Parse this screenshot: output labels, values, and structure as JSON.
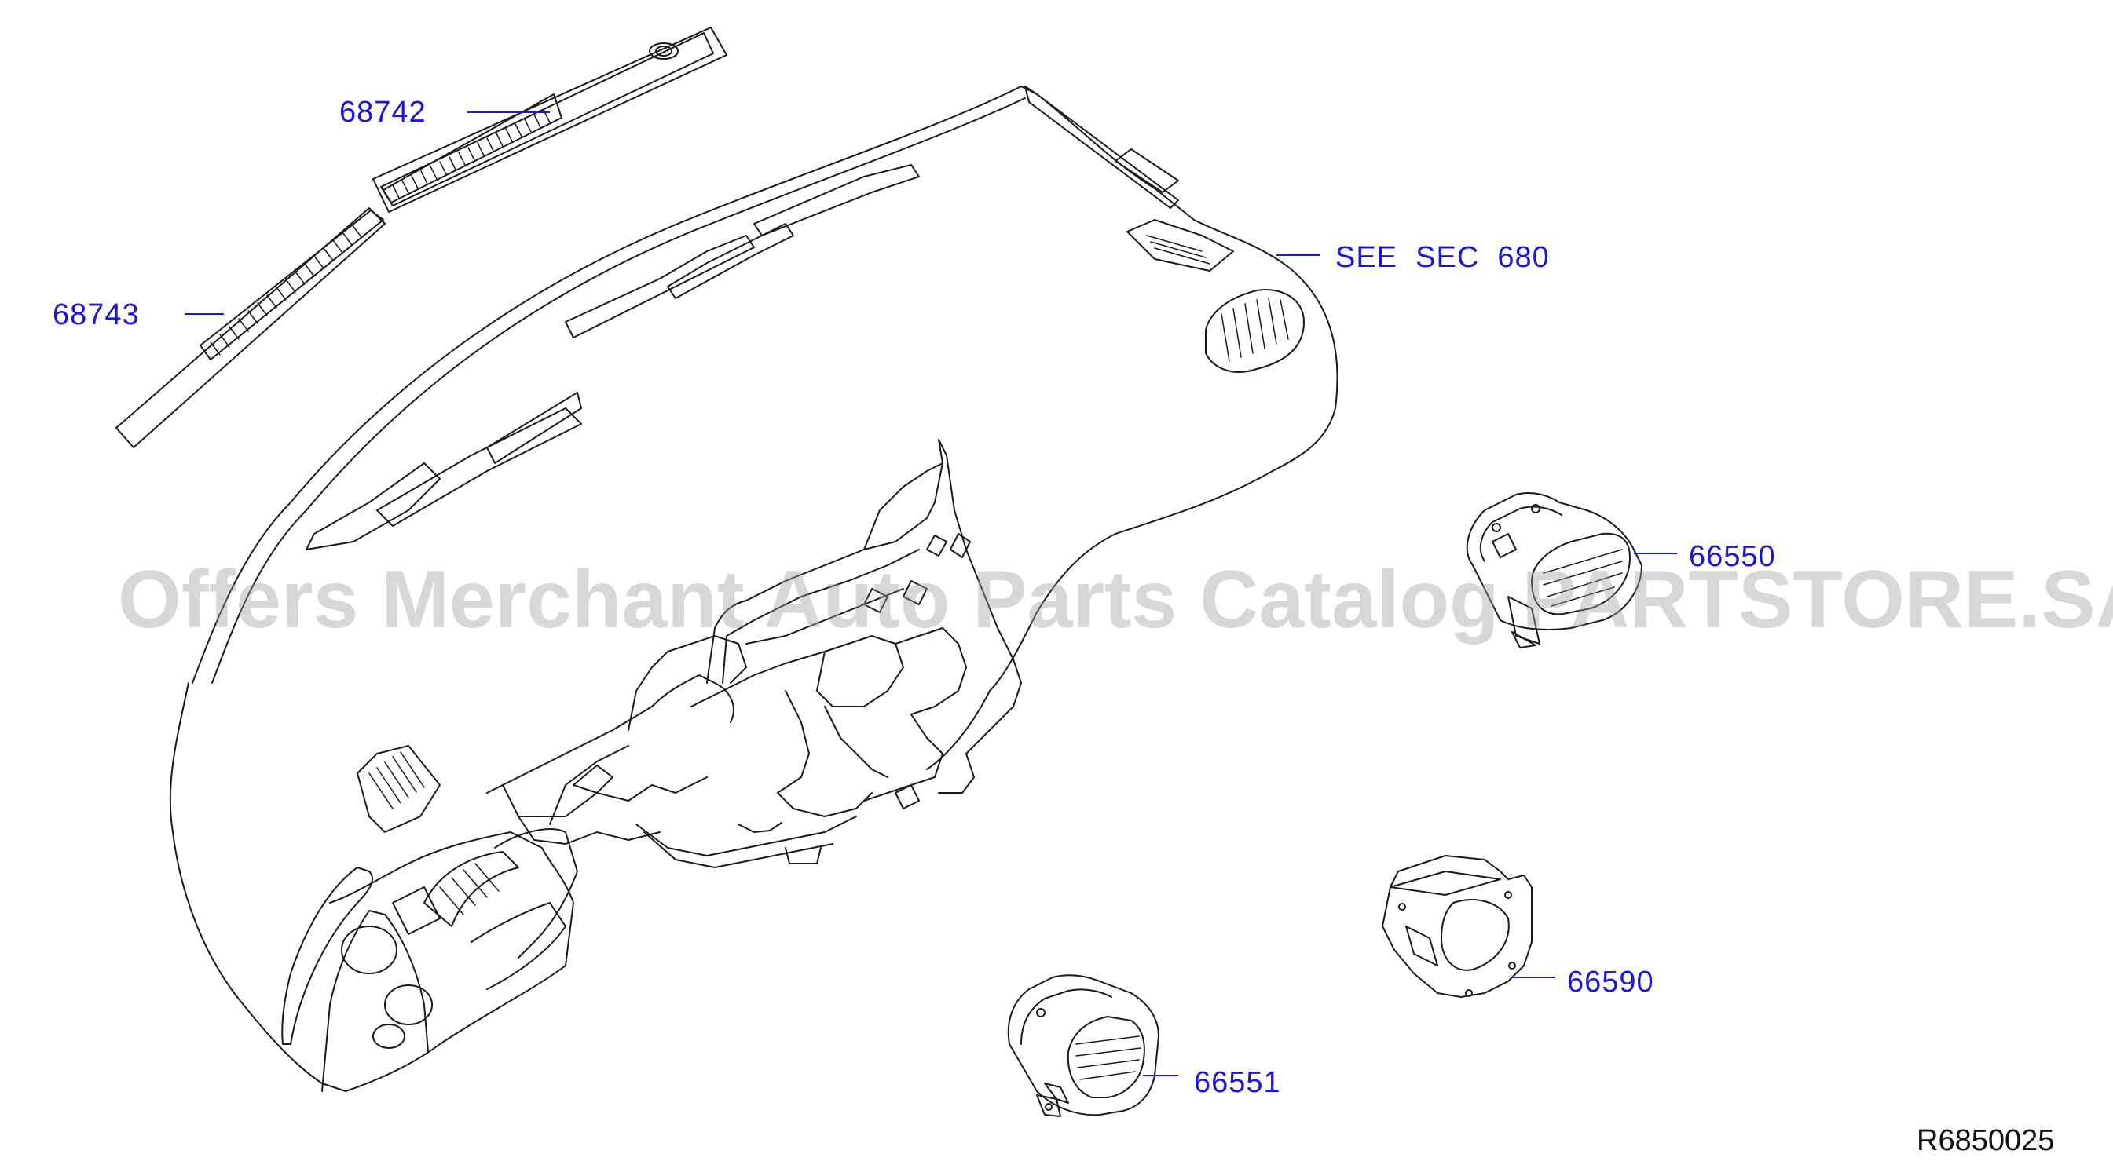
{
  "diagram": {
    "callouts": {
      "c68742": "68742",
      "c68743": "68743",
      "c_see_sec": "SEE  SEC  680",
      "c66550": "66550",
      "c66590": "66590",
      "c66551": "66551"
    },
    "reference_code": "R6850025",
    "watermark": "Offers Merchant Auto Parts Catalog PARTSTORE.SA",
    "colors": {
      "callout_text": "#1c17d6",
      "leader_line": "#1c17d6",
      "line_art": "#1a1a1a",
      "watermark": "#a0a0a0"
    }
  }
}
